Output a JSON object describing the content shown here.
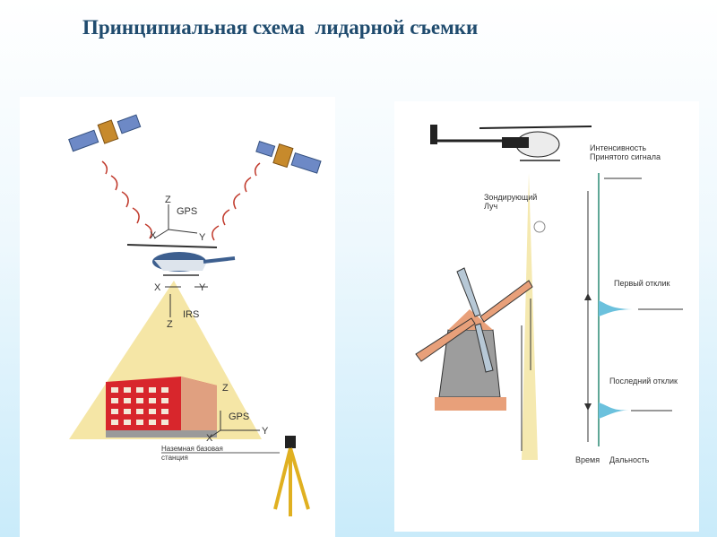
{
  "title": "Принципиальная схема  лидарной съемки",
  "left_panel": {
    "gps_top": "GPS",
    "axis_z_top": "Z",
    "axis_x_top": "X",
    "axis_y_top": "Y",
    "axis_x_mid": "X",
    "axis_y_mid": "Y",
    "irs": "IRS",
    "axis_z_mid": "Z",
    "axis_z_bottom": "Z",
    "gps_bottom": "GPS",
    "axis_x_bottom": "X",
    "axis_y_bottom": "Y",
    "station_line1": "Наземная базовая",
    "station_line2": "станция"
  },
  "right_panel": {
    "intensity_line1": "Интенсивность",
    "intensity_line2": "Принятого сигнала",
    "beam_line1": "Зондирующий",
    "beam_line2": "Луч",
    "first_return": "Первый отклик",
    "last_return": "Последний отклик",
    "time": "Время",
    "range": "Дальность"
  },
  "colors": {
    "title": "#1f4b6e",
    "beam": "#f5e9b0",
    "building": "#d8262c",
    "return_pulse": "#6bc1dd"
  }
}
